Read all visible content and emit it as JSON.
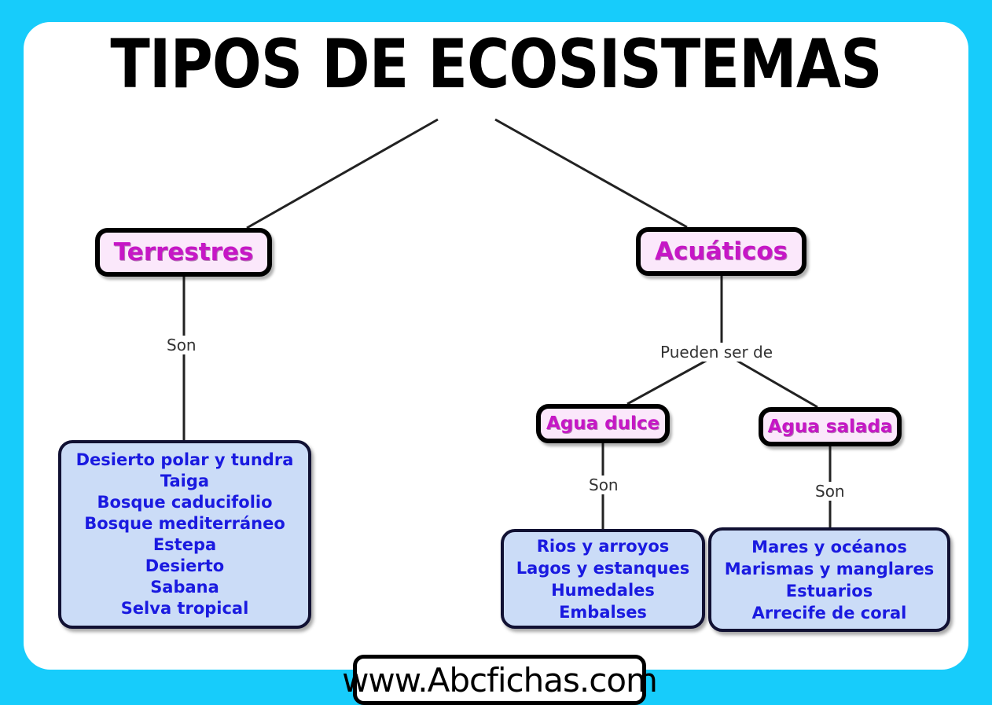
{
  "title": "TIPOS DE ECOSISTEMAS",
  "colors": {
    "background": "#17CCFB",
    "card": "#FFFFFF",
    "node_fill": "#FBE8FB",
    "node_text": "#C617C6",
    "leaf_fill": "#CBDCF7",
    "leaf_text": "#1A1AE0",
    "border": "#000000"
  },
  "nodes": {
    "terrestres": "Terrestres",
    "acuaticos": "Acuáticos",
    "agua_dulce": "Agua dulce",
    "agua_salada": "Agua salada"
  },
  "edge_labels": {
    "terrestres_son": "Son",
    "acuaticos_pueden": "Pueden ser de",
    "dulce_son": "Son",
    "salada_son": "Son"
  },
  "lists": {
    "terrestres": [
      "Desierto polar y tundra",
      "Taiga",
      "Bosque caducifolio",
      "Bosque mediterráneo",
      "Estepa",
      "Desierto",
      "Sabana",
      "Selva tropical"
    ],
    "agua_dulce": [
      "Rios y arroyos",
      "Lagos y estanques",
      "Humedales",
      "Embalses"
    ],
    "agua_salada": [
      "Mares y océanos",
      "Marismas y manglares",
      "Estuarios",
      "Arrecife de coral"
    ]
  },
  "footer": "www.Abcfichas.com"
}
